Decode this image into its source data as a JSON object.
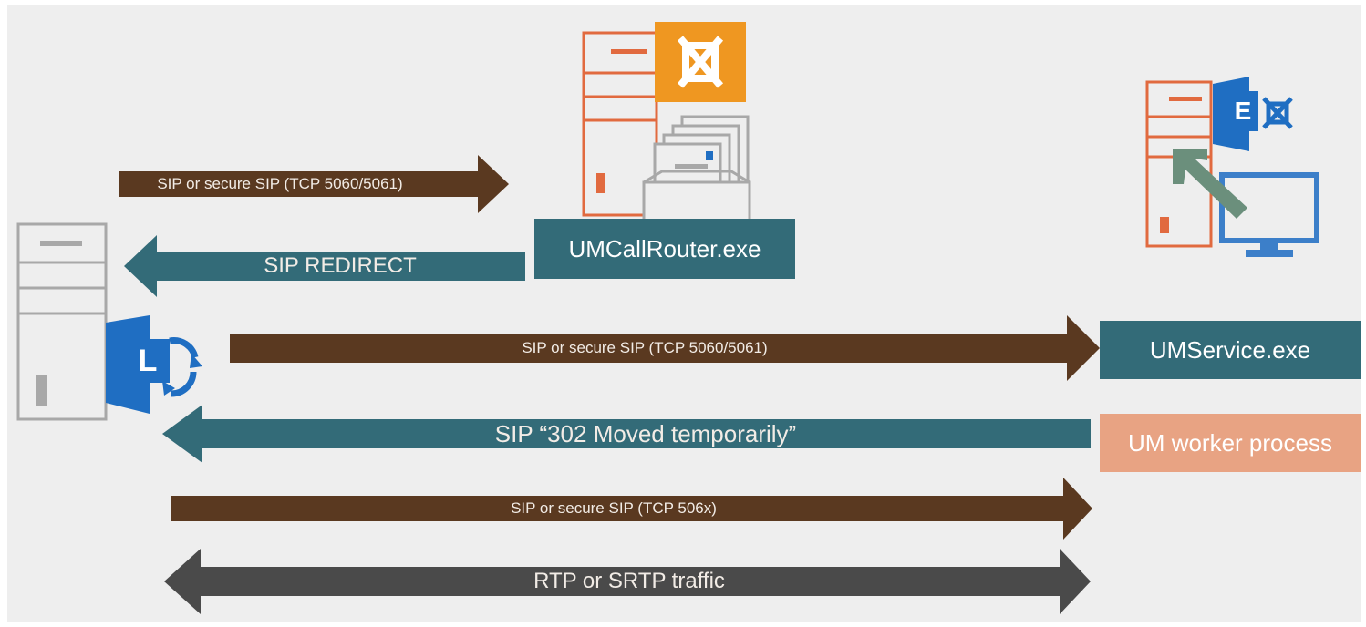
{
  "colors": {
    "brown": "#5a3920",
    "teal": "#336b78",
    "dark_gray": "#4a4a4a",
    "salmon": "#e8a383",
    "orange_brand": "#ef9721",
    "blue_brand": "#1f6ec2",
    "server_outline": "#a8a8a8",
    "server_orange": "#e16a3f"
  },
  "icons": {
    "lync_server": "lync-server-icon",
    "exchange_cas": "exchange-server-icon",
    "exchange_mailbox": "exchange-mailbox-server-icon"
  },
  "components": {
    "um_call_router": "UMCallRouter.exe",
    "um_service": "UMService.exe",
    "um_worker": "UM worker process"
  },
  "lync_letter": "L",
  "exchange_letter": "E",
  "flows": [
    {
      "label": "SIP or secure SIP (TCP 5060/5061)",
      "direction": "right",
      "color": "brown"
    },
    {
      "label": "SIP REDIRECT",
      "direction": "left",
      "color": "teal"
    },
    {
      "label": "SIP or secure SIP (TCP 5060/5061)",
      "direction": "right",
      "color": "brown"
    },
    {
      "label": "SIP “302 Moved temporarily”",
      "direction": "left",
      "color": "teal"
    },
    {
      "label": "SIP or secure SIP (TCP 506x)",
      "direction": "right",
      "color": "brown"
    },
    {
      "label": "RTP or SRTP traffic",
      "direction": "both",
      "color": "dark_gray"
    }
  ]
}
